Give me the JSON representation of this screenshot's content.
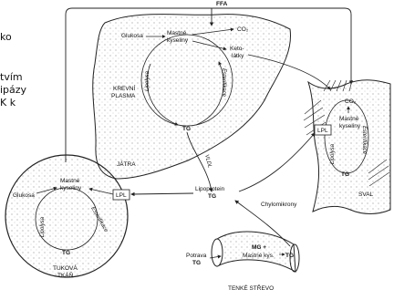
{
  "side_text": [
    "ko",
    "tvím",
    "ipázy",
    "K k"
  ],
  "labels": {
    "ffa": "FFA",
    "glukosa_liver": "Glukosa",
    "mastne_liver_1": "Mastné",
    "mastne_liver_2": "kyseliny",
    "co2_liver": "CO₂",
    "keto_1": "Keto-",
    "keto_2": "látky",
    "lipolysa_liver": "Lipolysa",
    "esterifikace_liver": "Esterifikace",
    "krevni_1": "KREVNÍ",
    "krevni_2": "PLASMA",
    "tg_liver": "TG",
    "jatra": "JÁTRA",
    "vldl": "VLDL",
    "co2_muscle": "CO₂",
    "lpl_muscle": "LPL",
    "mastne_muscle_1": "Mastné",
    "mastne_muscle_2": "kyseliny",
    "lipolysa_muscle": "Lipolysa",
    "esterifikace_muscle": "Esterifikace",
    "tg_muscle": "TG",
    "sval": "SVAL",
    "glukosa_adipose": "Glukosa",
    "mastne_adipose_1": "Mastné",
    "mastne_adipose_2": "kyseliny",
    "lpl_adipose": "LPL",
    "lipolysa_adipose": "Lipolysa",
    "esterifikace_adipose": "Esterifikace",
    "tg_adipose": "TG",
    "tukova_1": "TUKOVÁ",
    "tukova_2": "TKÁŇ",
    "lipoprotein_1": "Lipoprotein",
    "lipoprotein_2": "TG",
    "chylomikrony": "Chylomikrony",
    "mg": "MG +",
    "mastne_kys": "Mastné kys.",
    "tg_intestine": "TG",
    "potrava_1": "Potrava",
    "potrava_2": "TG",
    "tenke_strevo": "TENKÉ STŘEVO"
  }
}
